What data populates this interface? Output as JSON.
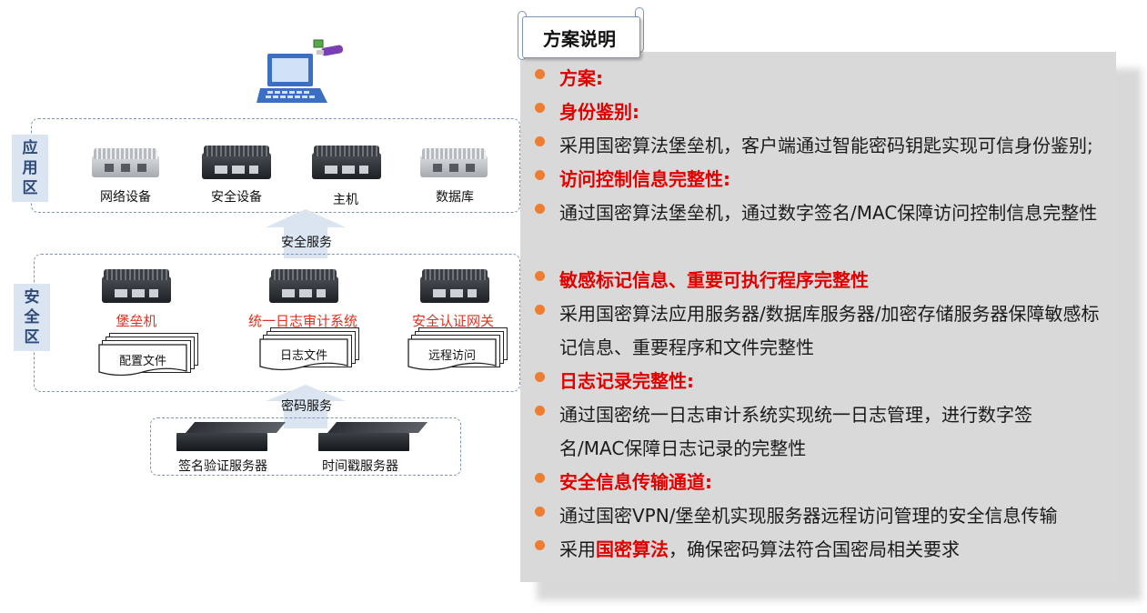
{
  "diagram": {
    "app_zone": {
      "tag": "应\n用\n区",
      "devices": [
        "网络设备",
        "安全设备",
        "主机",
        "数据库"
      ]
    },
    "arrow_security_service": "安全服务",
    "security_zone": {
      "tag": "安\n全\n区",
      "devices": [
        "堡垒机",
        "统一日志审计系统",
        "安全认证网关"
      ],
      "files": [
        "配置文件",
        "日志文件",
        "远程访问"
      ]
    },
    "arrow_crypto_service": "密码服务",
    "crypto_zone": {
      "servers": [
        "签名验证服务器",
        "时间戳服务器"
      ]
    }
  },
  "panel": {
    "title": "方案说明",
    "items": [
      {
        "type": "head",
        "text": "方案:"
      },
      {
        "type": "head",
        "text": "身份鉴别:"
      },
      {
        "type": "body",
        "text": "采用国密算法堡垒机，客户端通过智能密码钥匙实现可信身份鉴别;"
      },
      {
        "type": "head",
        "text": "访问控制信息完整性:"
      },
      {
        "type": "body",
        "text": "通过国密算法堡垒机，通过数字签名/MAC保障访问控制信息完整性"
      },
      {
        "type": "head",
        "text": "敏感标记信息、重要可执行程序完整性"
      },
      {
        "type": "body",
        "text": "采用国密算法应用服务器/数据库服务器/加密存储服务器保障敏感标记信息、重要程序和文件完整性"
      },
      {
        "type": "head",
        "text": "日志记录完整性:"
      },
      {
        "type": "body",
        "text": "通过国密统一日志审计系统实现统一日志管理，进行数字签名/MAC保障日志记录的完整性"
      },
      {
        "type": "head",
        "text": "安全信息传输通道:"
      },
      {
        "type": "body",
        "text": "通过国密VPN/堡垒机实现服务器远程访问管理的安全信息传输"
      }
    ],
    "last": {
      "pre": "采用",
      "highlight": "国密算法",
      "post": "，确保密码算法符合国密局相关要求"
    }
  },
  "colors": {
    "accent_red": "#e00000",
    "bullet_orange": "#ed7d31",
    "panel_bg": "#d9d9d9",
    "zone_border": "#7f96b2",
    "arrow_fill": "#dbe5f1"
  }
}
